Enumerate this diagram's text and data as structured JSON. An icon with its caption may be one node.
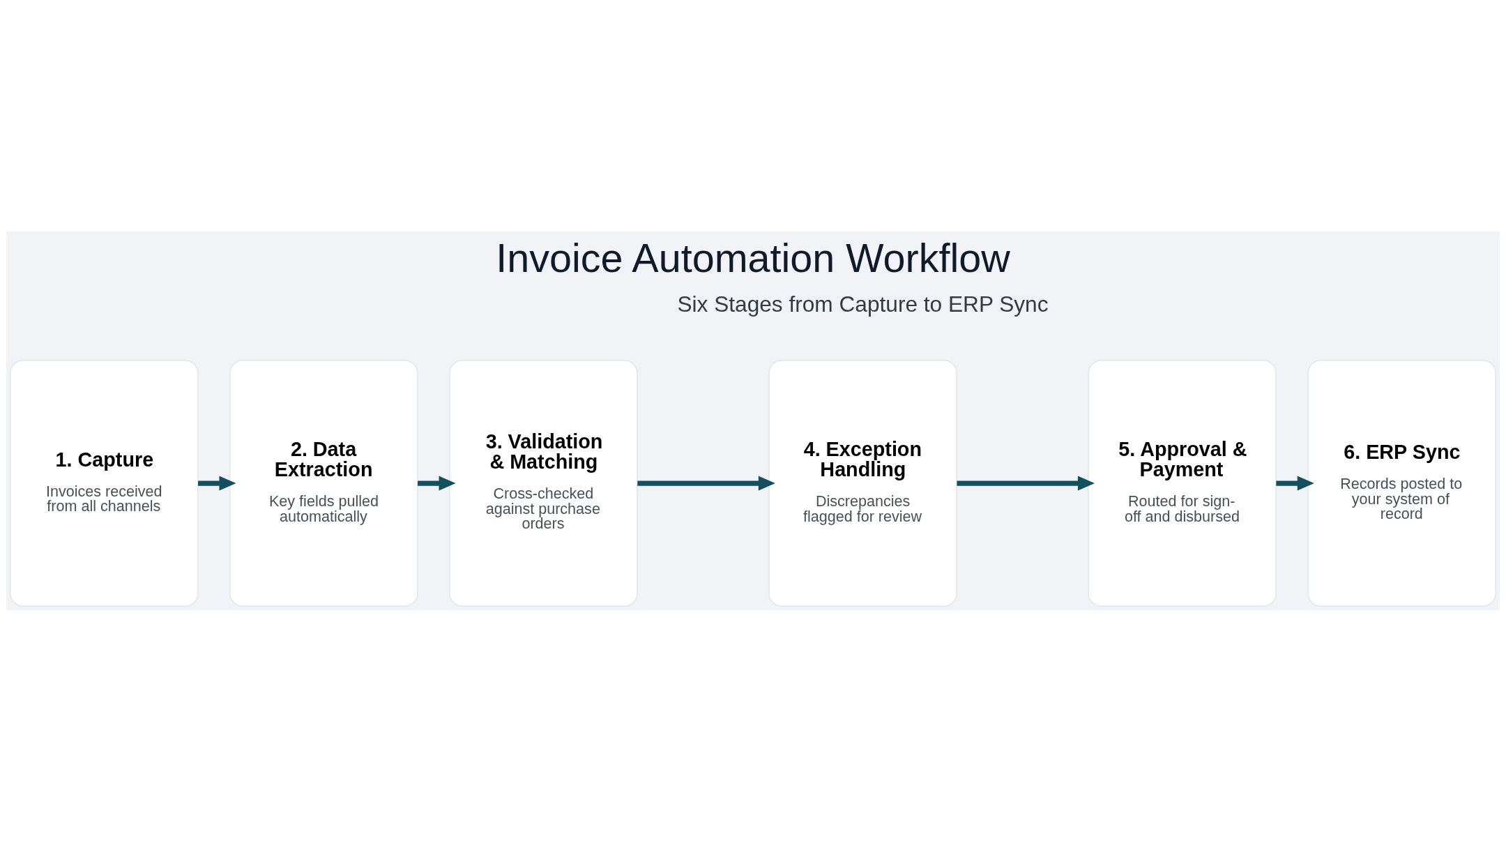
{
  "diagram": {
    "title": "Invoice Automation Workflow",
    "nodes": [
      {
        "text": [
          "1. Capture",
          "Invoices received from all channels"
        ]
      },
      {
        "text": [
          "2. Data Extraction",
          "Key fields pulled automatically"
        ]
      },
      {
        "text": [
          "3. Validation & Matching",
          "Cross-checked against purchase orders"
        ]
      },
      {
        "text": [
          "4. Exception Handling",
          "Discrepancies flagged for review"
        ]
      },
      {
        "text": [
          "5. Approval & Payment",
          "Routed for sign-off and disbursed"
        ]
      },
      {
        "text": [
          "6. ERP Sync",
          "Records posted to your system of record"
        ]
      }
    ],
    "edges": [
      {
        "from": 0,
        "to": 1,
        "arrow": "to"
      },
      {
        "from": 1,
        "to": 2,
        "arrow": "to"
      },
      {
        "from": 2,
        "to": 3,
        "arrow": "to"
      },
      {
        "from": 3,
        "to": 4,
        "arrow": "to"
      },
      {
        "from": 4,
        "to": 5,
        "arrow": "to"
      }
    ],
    "labels": [
      "Six Stages from Capture to ERP Sync"
    ]
  }
}
